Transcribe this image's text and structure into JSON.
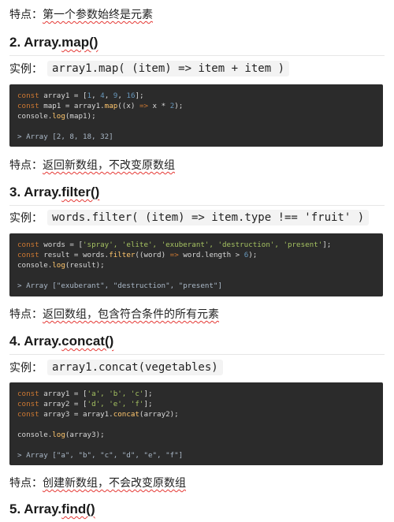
{
  "label_feature": "特点：",
  "label_example": "实例：",
  "notes": {
    "top": "第一个参数始终是元素",
    "map": "返回新数组，不改变原数组",
    "filter": "返回数组，包含符合条件的所有元素",
    "concat": "创建新数组，不会改变原数组"
  },
  "sections": {
    "map": {
      "prefix": "2. Array.",
      "name": "map()",
      "example": "array1.map( (item) => item + item )"
    },
    "filter": {
      "prefix": "3. Array.",
      "name": "filter()",
      "example": "words.filter( (item) => item.type !== 'fruit' )"
    },
    "concat": {
      "prefix": "4. Array.",
      "name": "concat()",
      "example": "array1.concat(vegetables)"
    },
    "find": {
      "prefix": "5. Array.",
      "name": "find()"
    }
  },
  "code": {
    "map": {
      "l1a": "const",
      "l1b": " array1 = [",
      "l1n1": "1",
      "l1c1": ", ",
      "l1n2": "4",
      "l1c2": ", ",
      "l1n3": "9",
      "l1c3": ", ",
      "l1n4": "16",
      "l1e": "];",
      "l2a": "const",
      "l2b": " map1 = array1.",
      "l2f": "map",
      "l2c": "((x) ",
      "l2k": "=>",
      "l2d": " x * ",
      "l2n": "2",
      "l2e": ");",
      "l3a": "console.",
      "l3f": "log",
      "l3e": "(map1);",
      "out": "> Array [2, 8, 18, 32]"
    },
    "filter": {
      "l1a": "const",
      "l1b": " words = [",
      "l1s": "'spray', 'elite', 'exuberant', 'destruction', 'present'",
      "l1e": "];",
      "l2a": "const",
      "l2b": " result = words.",
      "l2f": "filter",
      "l2c": "((word) ",
      "l2k": "=>",
      "l2d": " word.length > ",
      "l2n": "6",
      "l2e": ");",
      "l3a": "console.",
      "l3f": "log",
      "l3e": "(result);",
      "out": "> Array [\"exuberant\", \"destruction\", \"present\"]"
    },
    "concat": {
      "l1a": "const",
      "l1b": " array1 = [",
      "l1s": "'a', 'b', 'c'",
      "l1e": "];",
      "l2a": "const",
      "l2b": " array2 = [",
      "l2s": "'d', 'e', 'f'",
      "l2e": "];",
      "l3a": "const",
      "l3b": " array3 = array1.",
      "l3f": "concat",
      "l3e": "(array2);",
      "l4a": "console.",
      "l4f": "log",
      "l4e": "(array3);",
      "out": "> Array [\"a\", \"b\", \"c\", \"d\", \"e\", \"f\"]"
    }
  }
}
